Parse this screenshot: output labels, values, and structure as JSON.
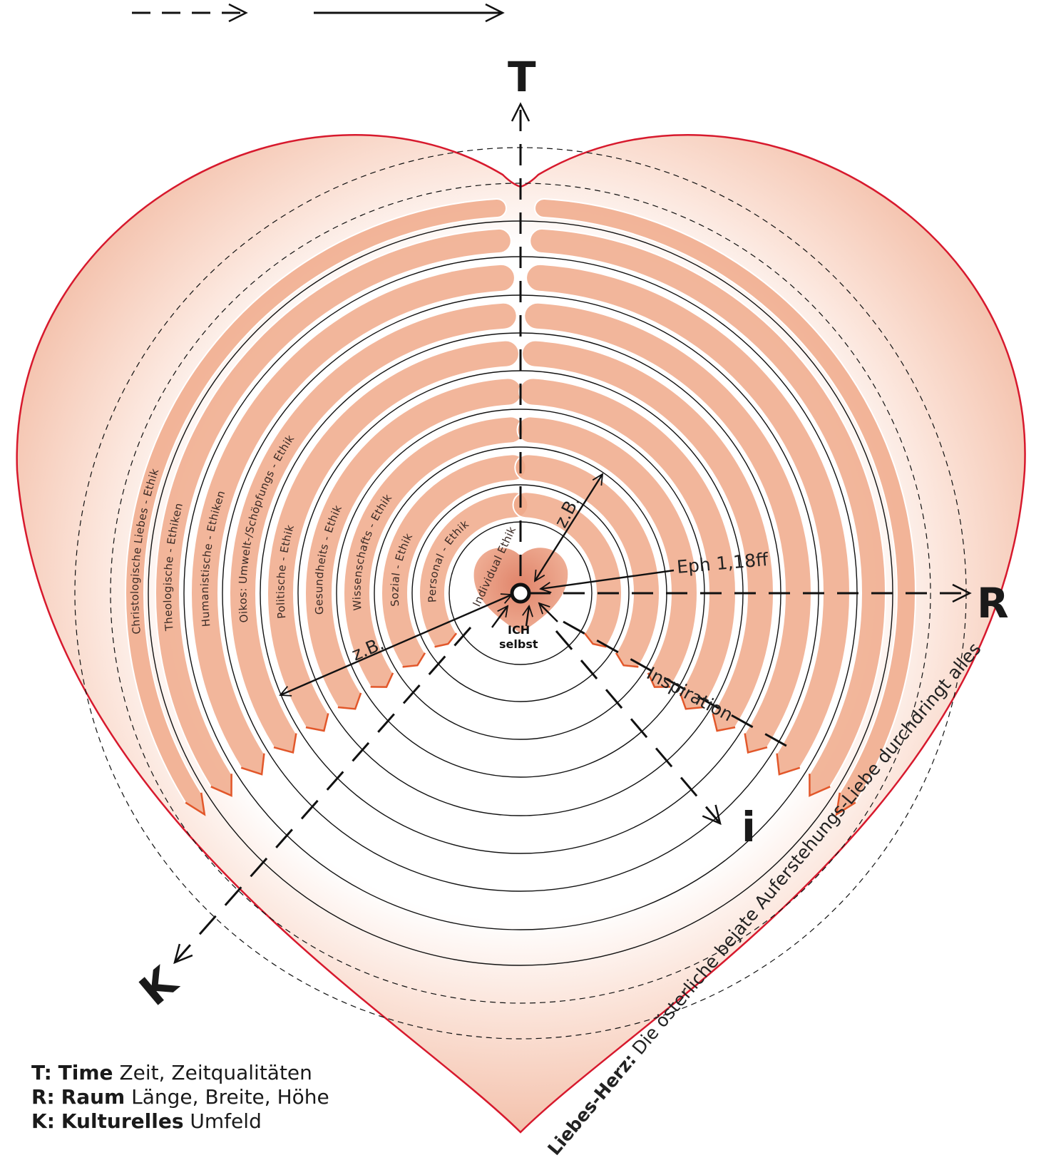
{
  "axes": {
    "time": "T",
    "space": "R",
    "culture": "K",
    "inspiration_axis": "i"
  },
  "bands": [
    "Christologische Liebes - Ethik",
    "Theologische - Ethiken",
    "Humanistische - Ethiken",
    "Oikos: Umwelt-/Schöpfungs - Ethik",
    "Politische - Ethik",
    "Gesundheits - Ethik",
    "Wissenschafts - Ethik",
    "Sozial - Ethik",
    "Personal - Ethik"
  ],
  "inner": {
    "individual": "Individual Ethik",
    "ich": "ICH",
    "selbst": "selbst"
  },
  "annotations": {
    "zb_upper": "z.B.",
    "zb_left": "z.B.",
    "eph": "Eph 1,18ff",
    "inspiration": "Inspiration"
  },
  "heart_caption": {
    "bold": "Liebes-Herz:",
    "text": " Die österliche bejate Auferstehungs-Liebe durchdringt alles"
  },
  "legend": [
    {
      "key": "T:",
      "bold": "Time",
      "rest": " Zeit, Zeitqualitäten"
    },
    {
      "key": "R:",
      "bold": "Raum",
      "rest": " Länge, Breite, Höhe"
    },
    {
      "key": "K:",
      "bold": "Kulturelles",
      "rest": " Umfeld"
    }
  ],
  "colors": {
    "heart_outline": "#d7192d",
    "heart_fill": "#f5c9b6",
    "band_fill": "#f0a98a",
    "band_tip": "#e2572a"
  }
}
